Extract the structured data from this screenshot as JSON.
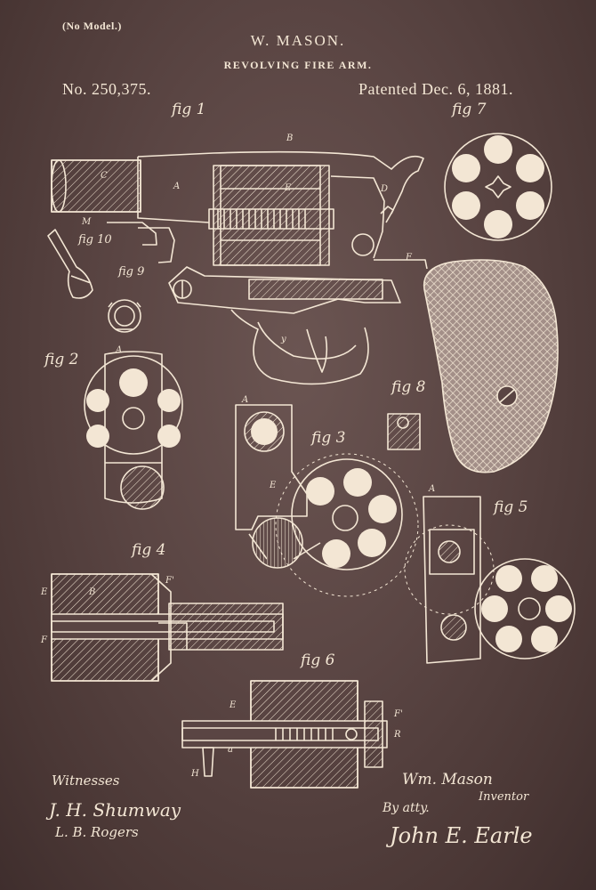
{
  "header": {
    "model_note": "(No Model.)",
    "inventor_heading": "W. MASON.",
    "title": "REVOLVING FIRE ARM.",
    "patent_number": "No. 250,375.",
    "patent_date": "Patented Dec. 6, 1881."
  },
  "figures": {
    "fig1": "fig 1",
    "fig2": "fig 2",
    "fig3": "fig 3",
    "fig4": "fig 4",
    "fig5": "fig 5",
    "fig6": "fig 6",
    "fig7": "fig 7",
    "fig8": "fig 8",
    "fig9": "fig 9",
    "fig10": "fig 10"
  },
  "footer": {
    "witnesses_label": "Witnesses",
    "witness_1": "J. H. Shumway",
    "witness_2": "L. B. Rogers",
    "inventor_signature": "Wm. Mason",
    "inventor_label": "Inventor",
    "attorney_label": "By atty.",
    "attorney_signature": "John E. Earle"
  },
  "colors": {
    "background": "#5a4543",
    "ink": "#f3e6d4"
  }
}
